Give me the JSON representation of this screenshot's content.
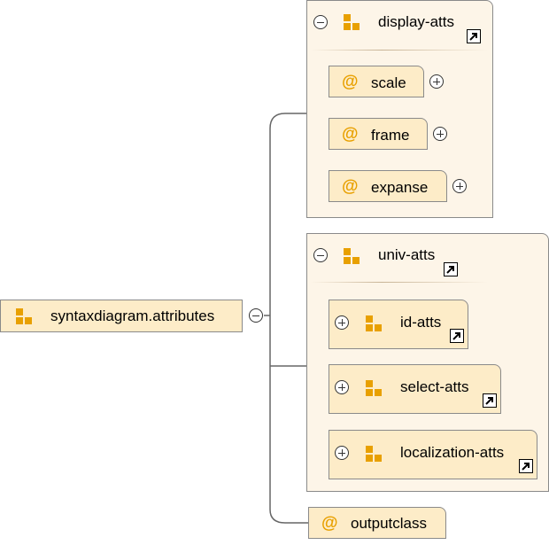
{
  "diagram": {
    "root": {
      "label": "syntaxdiagram.attributes",
      "icon": "group-icon",
      "expanded": true
    },
    "groups": [
      {
        "label": "display-atts",
        "icon": "group-icon",
        "expanded": true,
        "linked": true,
        "items": [
          {
            "kind": "attribute",
            "symbol": "@",
            "label": "scale"
          },
          {
            "kind": "attribute",
            "symbol": "@",
            "label": "frame"
          },
          {
            "kind": "attribute",
            "symbol": "@",
            "label": "expanse"
          }
        ]
      },
      {
        "label": "univ-atts",
        "icon": "group-icon",
        "expanded": true,
        "linked": true,
        "items": [
          {
            "kind": "group",
            "label": "id-atts"
          },
          {
            "kind": "group",
            "label": "select-atts"
          },
          {
            "kind": "group",
            "label": "localization-atts"
          }
        ]
      }
    ],
    "tail": {
      "kind": "attribute",
      "symbol": "@",
      "label": "outputclass"
    },
    "colors": {
      "accent": "#e8a000",
      "node_fill": "#fdecc8",
      "group_fill": "#fdf5e8",
      "border": "#8a8a8a"
    }
  }
}
